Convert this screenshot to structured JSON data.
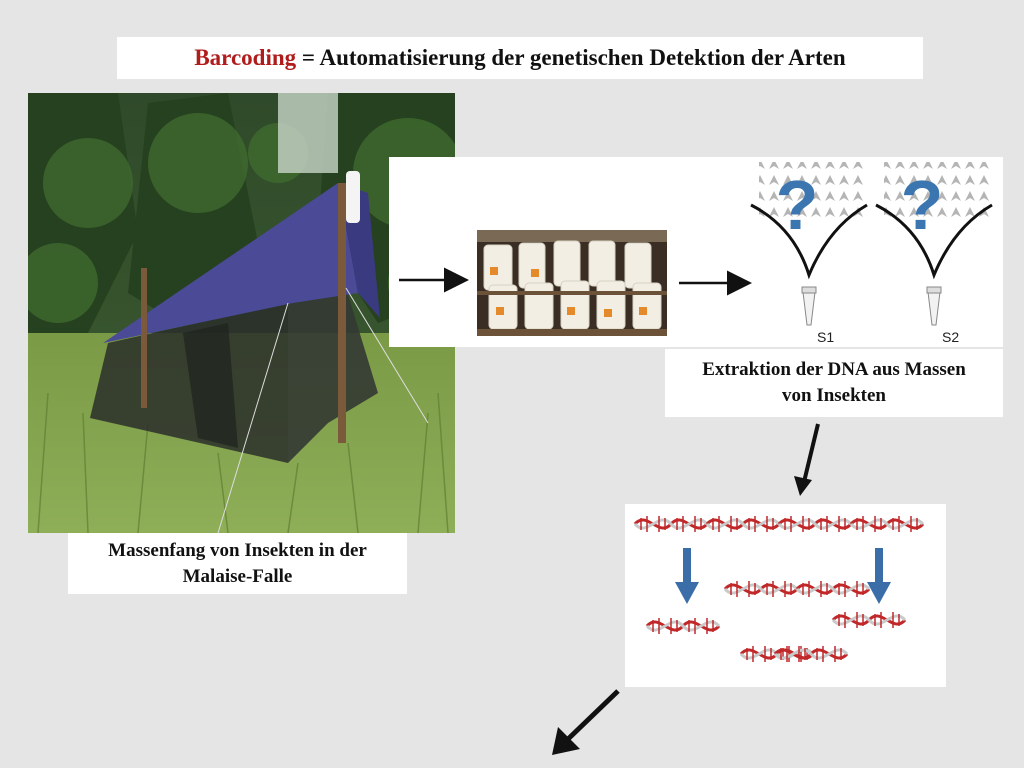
{
  "title": {
    "highlight": "Barcoding",
    "rest": " = Automatisierung der genetischen Detektion der Arten"
  },
  "captions": {
    "trap_line1": "Massenfang von Insekten in der",
    "trap_line2": "Malaise-Falle",
    "extraction_line1": "Extraktion der DNA aus Massen",
    "extraction_line2": "von Insekten"
  },
  "sample_labels": {
    "s1": "S1",
    "s2": "S2"
  },
  "colors": {
    "title_highlight": "#b01c1c",
    "arrow_blue": "#3b6ea8",
    "dna_red": "#c0282a",
    "tent_blue": "#4a4a96"
  }
}
